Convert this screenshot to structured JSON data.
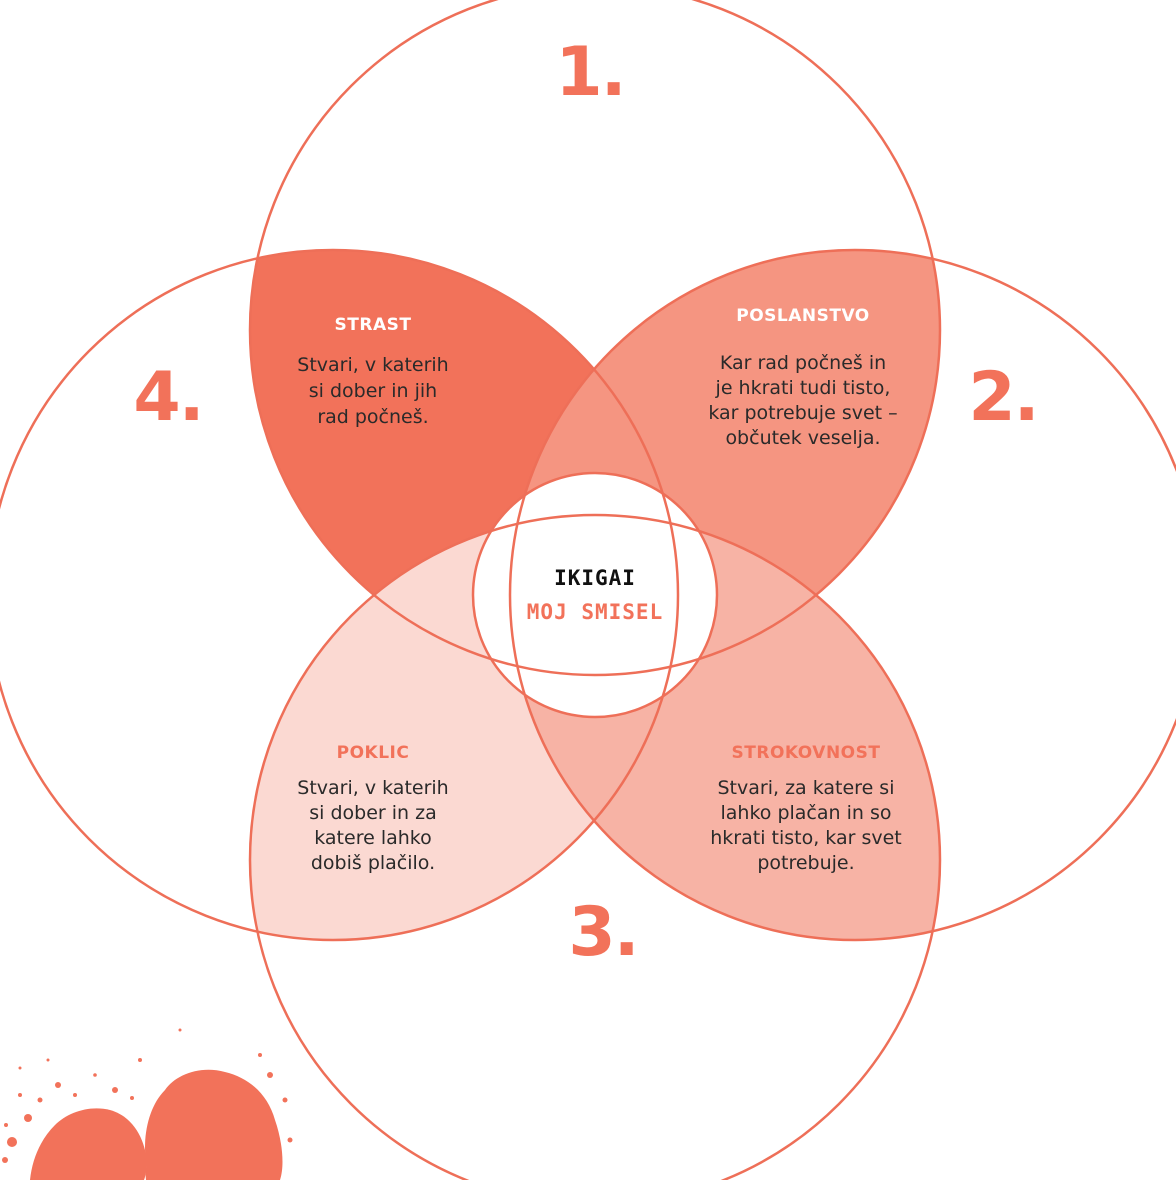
{
  "colors": {
    "accent": "#f2725a",
    "lens_strast": "#f2725a",
    "lens_poslanstvo": "#f59581",
    "lens_strokovnost": "#f7b3a5",
    "lens_poklic": "#fbd9d2",
    "line": "#ee6f58",
    "center_title": "#111111"
  },
  "numbers": {
    "top": "1.",
    "right": "2.",
    "bottom": "3.",
    "left": "4."
  },
  "center": {
    "title": "IKIGAI",
    "subtitle": "MOJ SMISEL"
  },
  "regions": {
    "strast": {
      "heading": "STRAST",
      "lines": [
        "Stvari, v katerih",
        "si dober in jih",
        "rad počneš."
      ]
    },
    "poslanstvo": {
      "heading": "POSLANSTVO",
      "lines": [
        "Kar rad počneš in",
        "je hkrati tudi tisto,",
        "kar potrebuje svet –",
        "občutek veselja."
      ]
    },
    "poklic": {
      "heading": "POKLIC",
      "lines": [
        "Stvari, v katerih",
        "si dober in za",
        "katere lahko",
        "dobiš plačilo."
      ]
    },
    "strokovnost": {
      "heading": "STROKOVNOST",
      "lines": [
        "Stvari, za katere si",
        "lahko plačan in so",
        "hkrati tisto, kar svet",
        "potrebuje."
      ]
    }
  },
  "decoration": "paint-splatter"
}
